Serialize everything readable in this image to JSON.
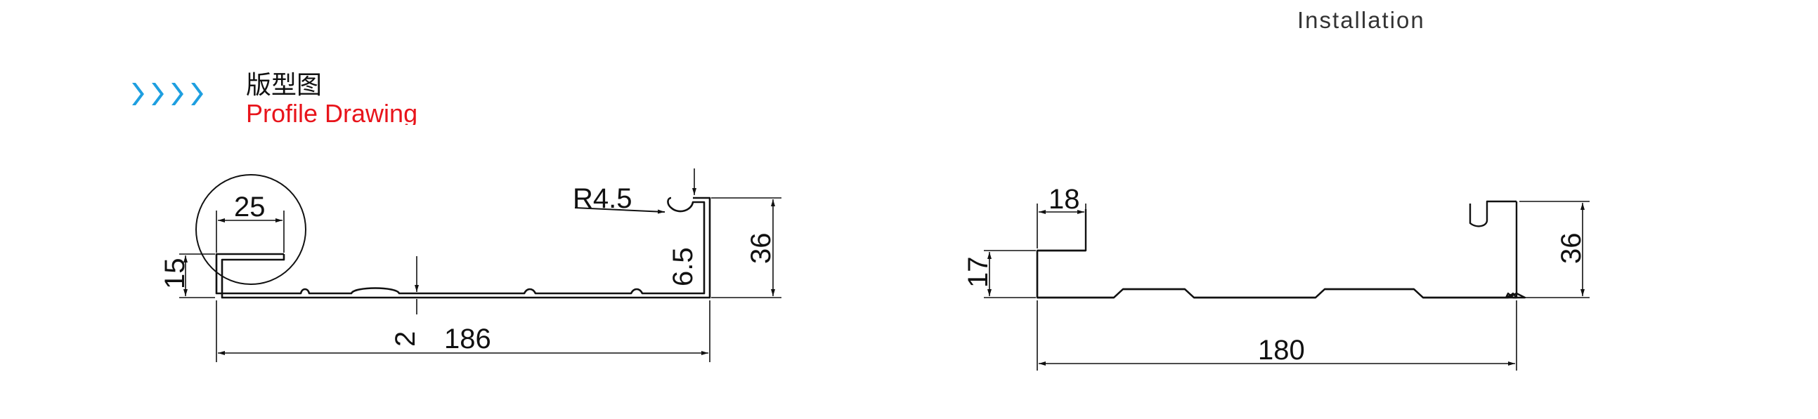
{
  "header": {
    "installation_label": "Installation"
  },
  "section": {
    "title_cn": "版型图",
    "title_en": "Profile Drawing",
    "title_en_color": "#e8141b",
    "arrow_color": "#1e9fe0"
  },
  "left_profile": {
    "dim_width": "186",
    "dim_height": "36",
    "dim_flange": "25",
    "dim_flange_height": "15",
    "dim_radius": "R4.5",
    "dim_lip": "6.5",
    "dim_rib": "2"
  },
  "right_profile": {
    "dim_width": "180",
    "dim_height": "36",
    "dim_flange": "18",
    "dim_flange_height": "17"
  }
}
